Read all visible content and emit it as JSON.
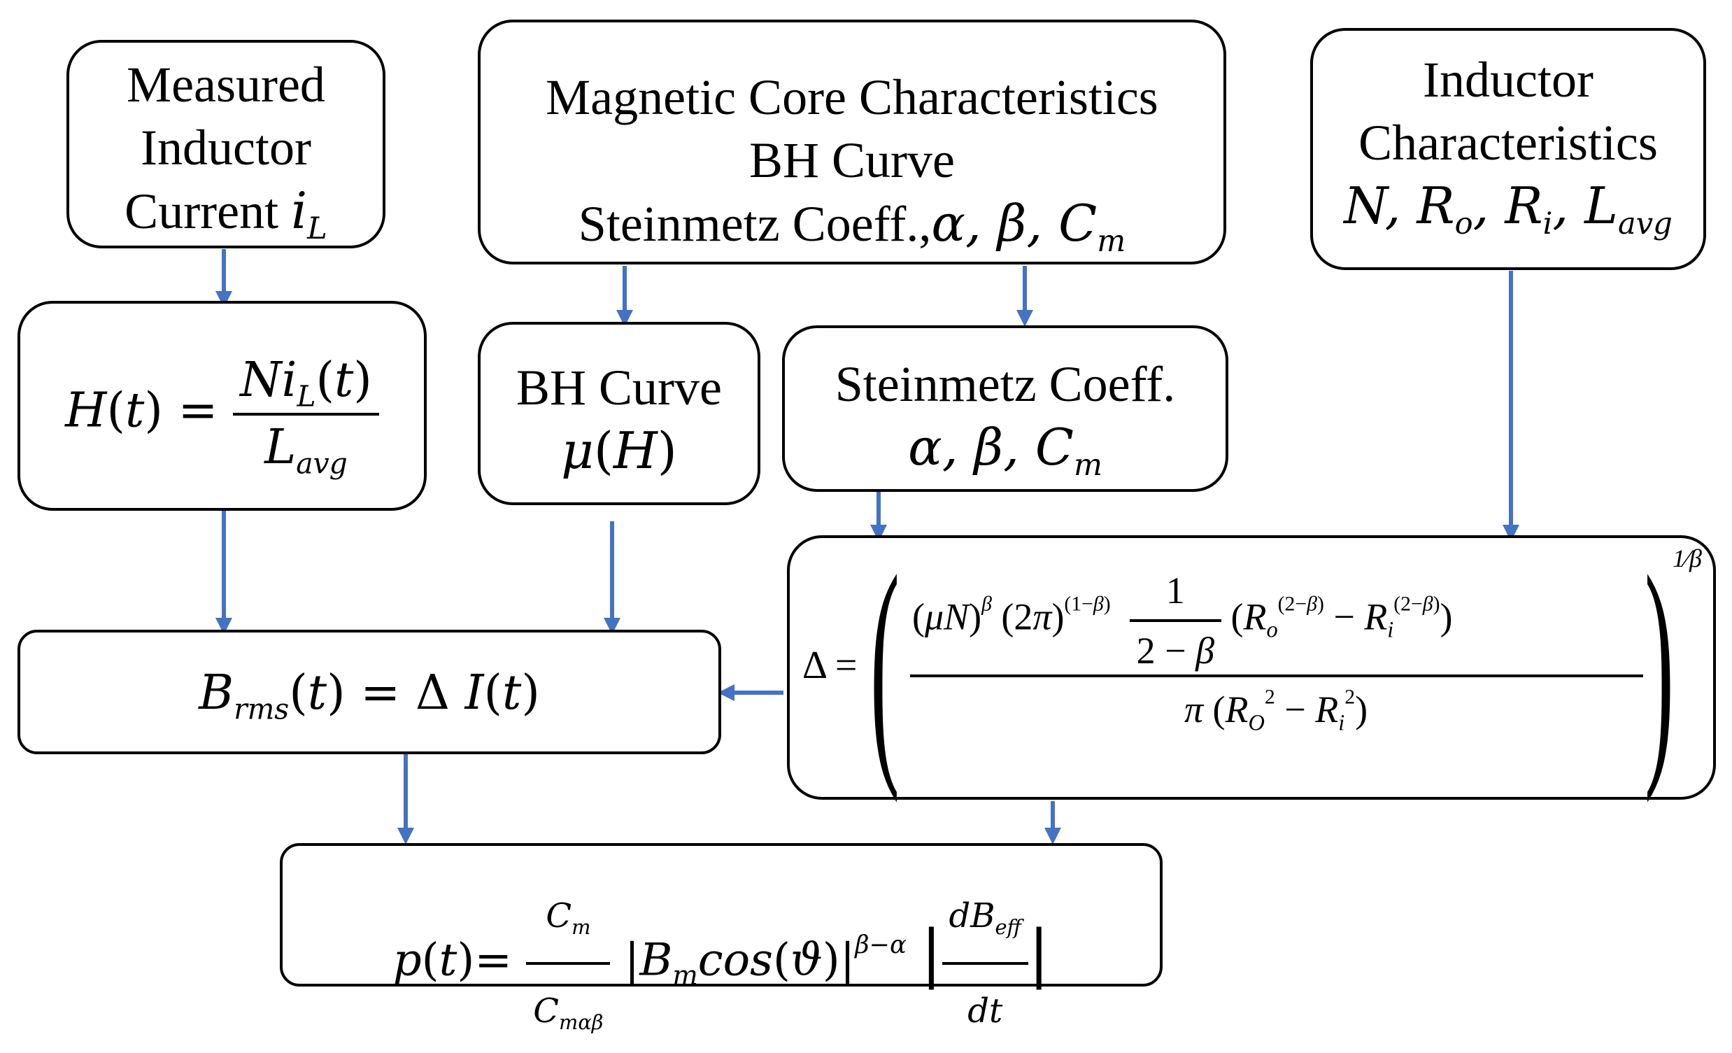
{
  "boxes": {
    "measured_current": {
      "line1": "Measured",
      "line2": "Inductor",
      "line3": "Current"
    },
    "core_characteristics": {
      "line1": "Magnetic Core Characteristics",
      "line2": "BH Curve",
      "line3": "Steinmetz Coeff.,"
    },
    "inductor_characteristics": {
      "line1": "Inductor",
      "line2": "Characteristics"
    },
    "h_equation": {
      "text": "H(t) = N i_L(t) / L_avg"
    },
    "bh_curve": {
      "line1": "BH Curve",
      "line2": "μ(H)"
    },
    "steinmetz": {
      "line1": "Steinmetz Coeff.",
      "line2": "α, β, C_m"
    },
    "delta_equation": {
      "text": "Δ = ( (μN)^β (2π)^(1−β) · 1/(2−β) · (R_o^(2−β) − R_i^(2−β)) / π(R_O² − R_i²) )^(1/β)"
    },
    "brms_equation": {
      "text": "B_rms(t) = Δ I(t)"
    },
    "loss_equation": {
      "text": "p(t)= C_m/C_mαβ |B_m cos(ϑ)|^(β−α) |dB_eff/dt|"
    }
  },
  "colors": {
    "arrow": "#4472c4",
    "border": "#000000"
  }
}
